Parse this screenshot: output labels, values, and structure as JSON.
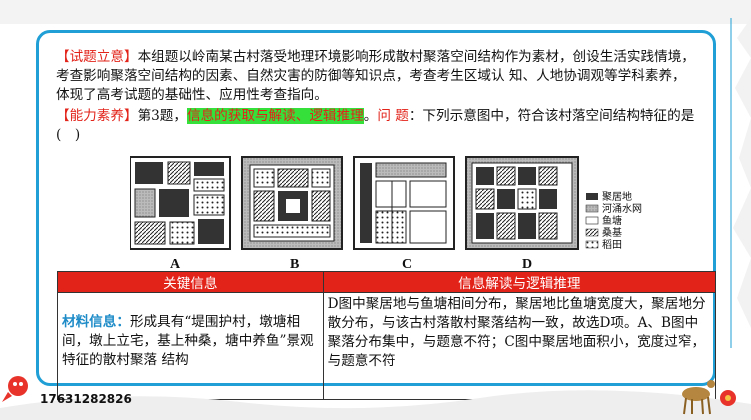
{
  "header": {
    "tag1": "【试题立意】",
    "intro": "本组题以岭南某古村落受地理环境影响形成散村聚落空间结构作为素材，创设生活实践情境，考查影响聚落空间结构的因素、自然灾害的防御等知识点，考查考生区域认 知、人地协调观等学科素养，体现了高考试题的基础性、应用性考查指向。",
    "tag2": "【能力素养】",
    "q_no": "第3题，",
    "skill": "信息的获取与解读、逻辑推理",
    "dot": "。",
    "q_label": "问 题",
    "q_text": "：下列示意图中，符合该村落空间结构特征的是(　)"
  },
  "figure": {
    "options": [
      "A",
      "B",
      "C",
      "D"
    ],
    "legend": [
      "聚居地",
      "河涌水网",
      "鱼塘",
      "桑基",
      "稻田"
    ]
  },
  "table": {
    "headers": [
      "关键信息",
      "信息解读与逻辑推理"
    ],
    "mat_title": "材料信息：",
    "mat_text": "形成具有“堤围护村，墩塘相间，墩上立宅，基上种桑，塘中养鱼”景观特征的散村聚落 结构",
    "analysis": "D图中聚居地与鱼塘相间分布，聚居地比鱼塘宽度大，聚居地分散分布，与该古村落散村聚落结构一致，故选D项。A、B图中聚落分布集中，与题意不符；C图中聚居地面积小，宽度过窄，与题意不符"
  },
  "footer": {
    "phone": "17631282826"
  }
}
